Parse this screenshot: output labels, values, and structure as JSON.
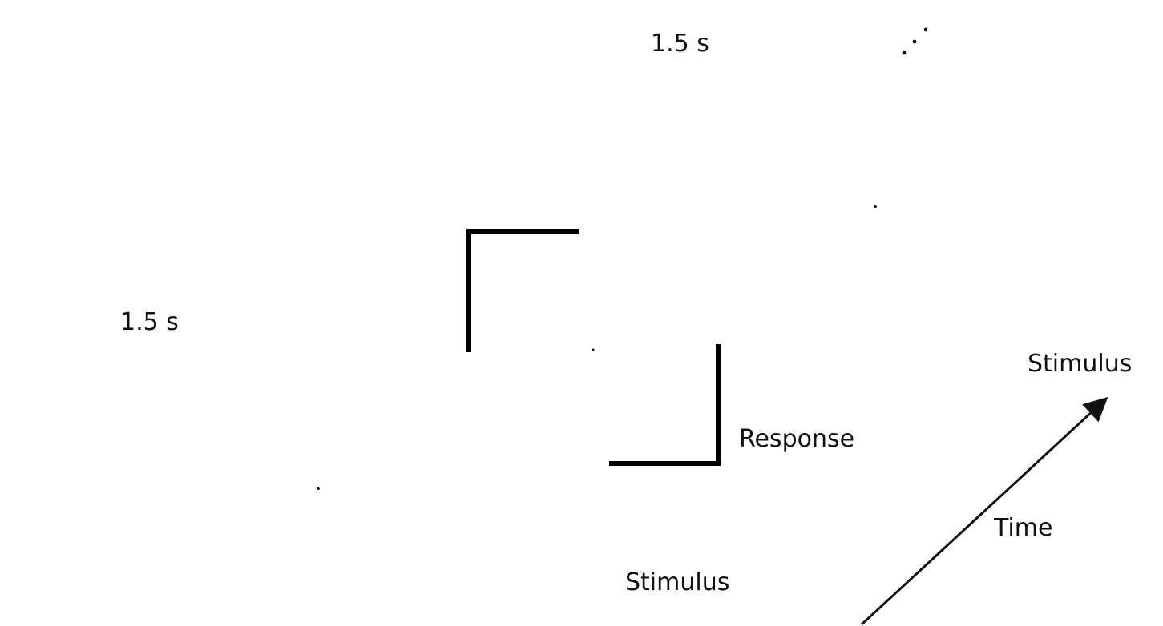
{
  "labels": {
    "duration_1": "1.5 s",
    "duration_2": "1.5 s",
    "stimulus_1": "Stimulus",
    "stimulus_2": "Stimulus",
    "response": "Response",
    "time": "Time"
  },
  "palette": [
    "#e01818",
    "#2f9be8",
    "#f0a020",
    "#f2c210",
    "#4fb83a",
    "#b43ce0",
    "#a8a8a8",
    "#6b3a10",
    "#1c1c1c",
    "#d02828",
    "#f5d020",
    "#9a40d8"
  ]
}
